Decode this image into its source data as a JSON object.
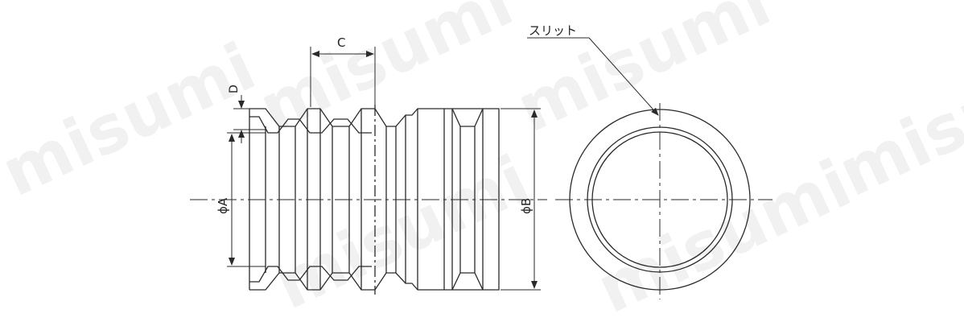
{
  "watermark": "misumi",
  "labels": {
    "c": "C",
    "d": "D",
    "phi_a": "ϕA",
    "phi_b": "ϕB",
    "slit": "スリット"
  },
  "colors": {
    "line": "#2a2a2a",
    "background": "#ffffff"
  }
}
